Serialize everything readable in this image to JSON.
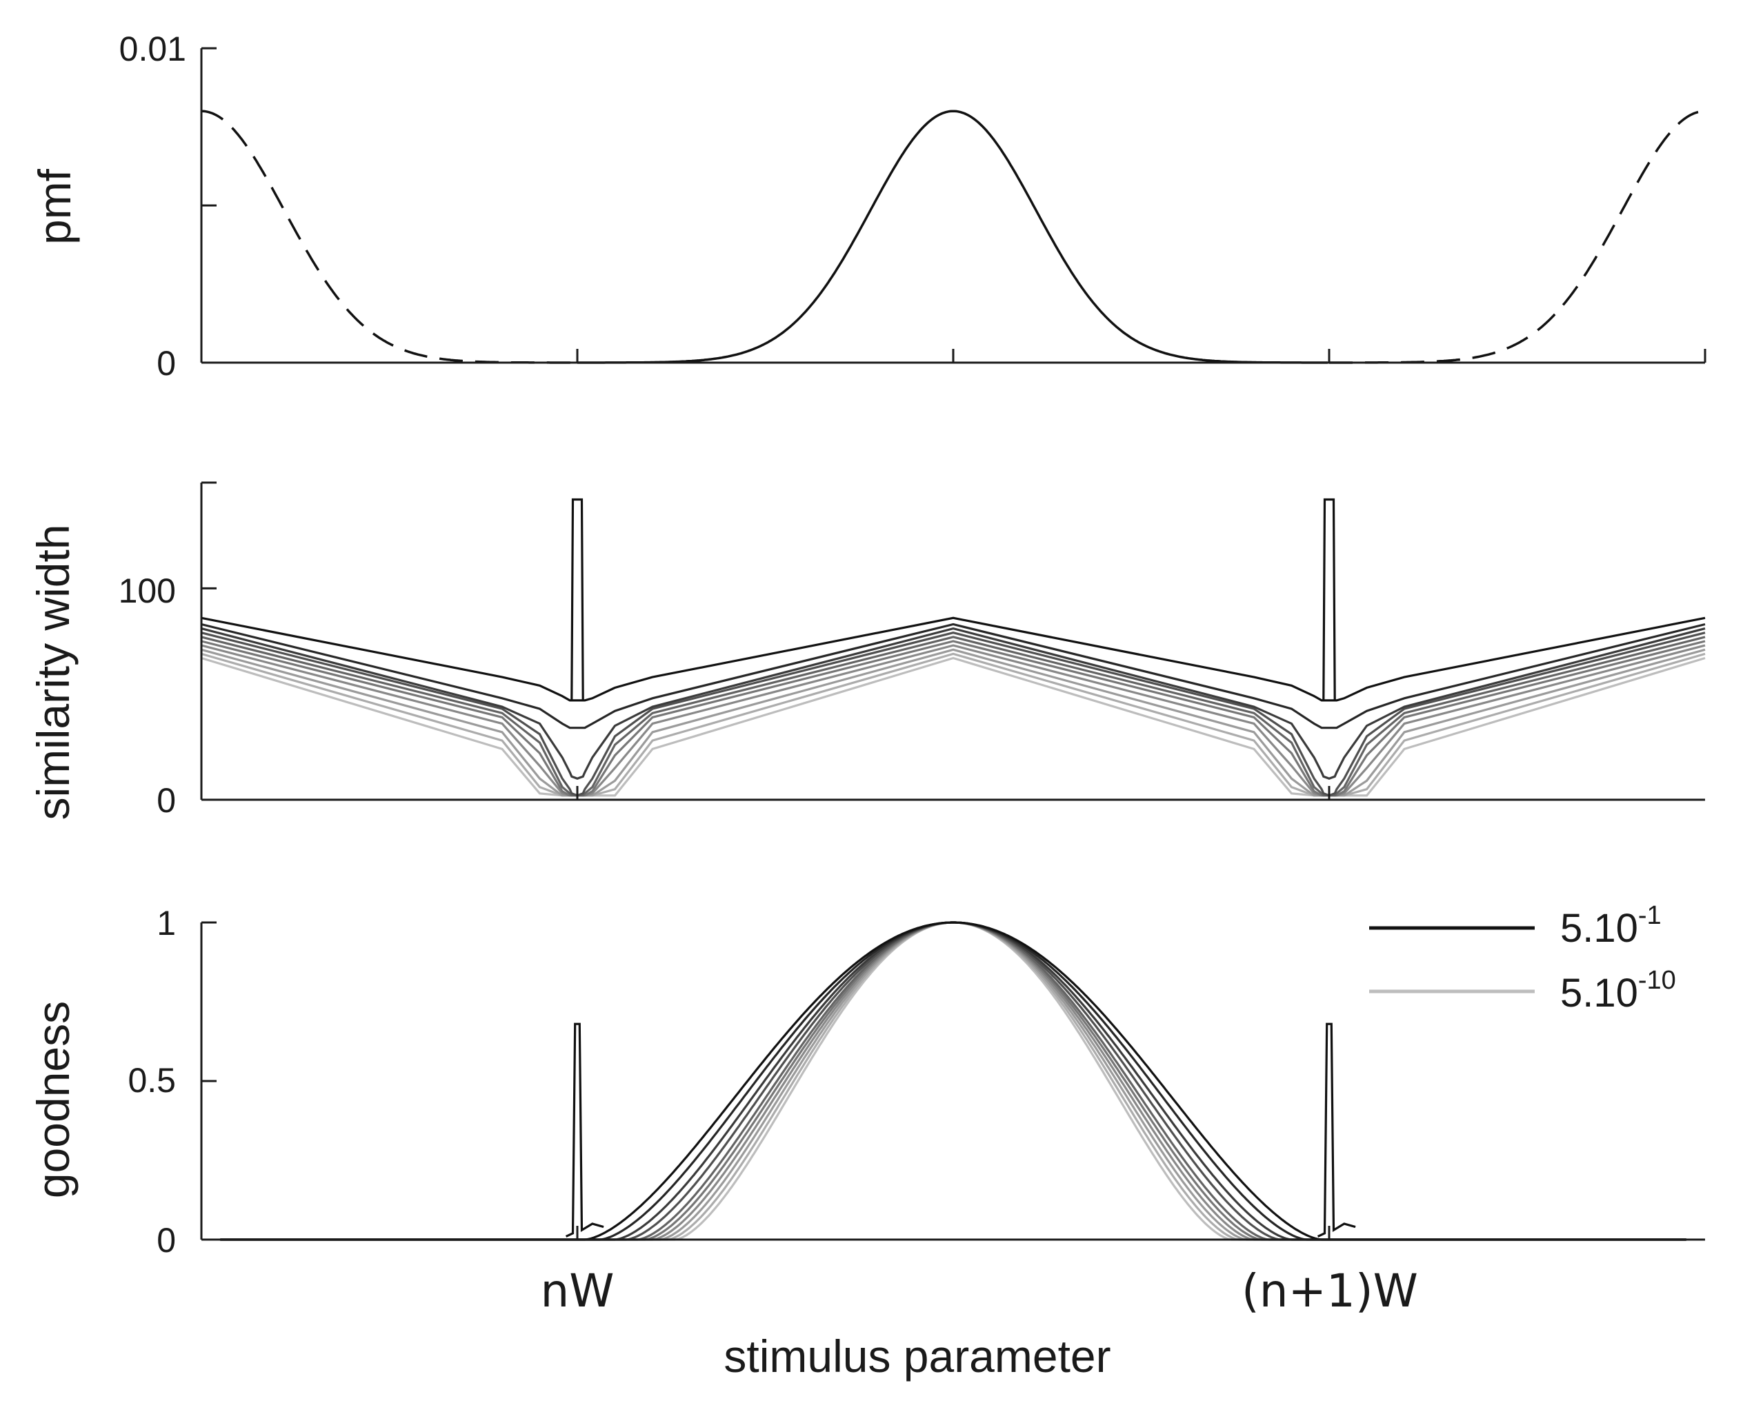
{
  "chart_data": [
    {
      "type": "line",
      "panel": "top",
      "ylabel": "pmf",
      "ylim": [
        0,
        0.01
      ],
      "y_tick_labels": [
        "0",
        "0.01"
      ],
      "x_tick_values": [
        -1,
        0,
        1,
        2,
        3
      ],
      "series": [
        {
          "style": "dashed",
          "shape": "gaussian",
          "peak_x": -1,
          "peak_y": 0.008,
          "sigma": 0.22
        },
        {
          "style": "solid",
          "shape": "gaussian",
          "peak_x": 1,
          "peak_y": 0.008,
          "sigma": 0.22
        },
        {
          "style": "dashed",
          "shape": "gaussian",
          "peak_x": 3,
          "peak_y": 0.008,
          "sigma": 0.22
        }
      ]
    },
    {
      "type": "line",
      "panel": "middle",
      "ylabel": "similarity width",
      "ylim": [
        0,
        150
      ],
      "y_tick_labels": [
        "0",
        "100"
      ],
      "x_points": [
        -1,
        -0.2,
        -0.1,
        -0.04,
        -0.02,
        -0.015,
        0,
        0.015,
        0.02,
        0.04,
        0.1,
        0.2,
        1,
        1.8,
        1.9,
        1.96,
        1.98,
        1.985,
        2,
        2.015,
        2.02,
        2.04,
        2.1,
        2.2,
        3
      ],
      "series": [
        {
          "shade": "#111111",
          "values": [
            86,
            58,
            54,
            49,
            47,
            47,
            47,
            47,
            47,
            48,
            53,
            58,
            86,
            58,
            54,
            49,
            47,
            47,
            47,
            47,
            47,
            48,
            53,
            58,
            86
          ]
        },
        {
          "shade": "#262626",
          "values": [
            83,
            48,
            43,
            36,
            34,
            34,
            34,
            34,
            34,
            36,
            42,
            48,
            83,
            48,
            43,
            36,
            34,
            34,
            34,
            34,
            34,
            36,
            42,
            48,
            83
          ]
        },
        {
          "shade": "#3b3b3b",
          "values": [
            81,
            44,
            36,
            20,
            13,
            11,
            10,
            11,
            13,
            20,
            35,
            44,
            81,
            44,
            36,
            20,
            13,
            11,
            10,
            11,
            13,
            20,
            35,
            44,
            81
          ]
        },
        {
          "shade": "#505050",
          "values": [
            79,
            43,
            31,
            10,
            5,
            3,
            2,
            3,
            5,
            10,
            30,
            43,
            79,
            43,
            31,
            10,
            5,
            3,
            2,
            3,
            5,
            10,
            30,
            43,
            79
          ]
        },
        {
          "shade": "#646464",
          "values": [
            77,
            41,
            27,
            6,
            3,
            2,
            2,
            2,
            3,
            6,
            26,
            41,
            77,
            41,
            27,
            6,
            3,
            2,
            2,
            2,
            3,
            6,
            26,
            41,
            77
          ]
        },
        {
          "shade": "#777777",
          "values": [
            75,
            39,
            22,
            4,
            2,
            2,
            2,
            2,
            2,
            4,
            21,
            39,
            75,
            39,
            22,
            4,
            2,
            2,
            2,
            2,
            2,
            4,
            21,
            39,
            75
          ]
        },
        {
          "shade": "#898989",
          "values": [
            73,
            36,
            16,
            3,
            2,
            2,
            2,
            2,
            2,
            3,
            15,
            36,
            73,
            36,
            16,
            3,
            2,
            2,
            2,
            2,
            2,
            3,
            15,
            36,
            73
          ]
        },
        {
          "shade": "#9b9b9b",
          "values": [
            71,
            32,
            10,
            2,
            2,
            2,
            2,
            2,
            2,
            2,
            9,
            32,
            71,
            32,
            10,
            2,
            2,
            2,
            2,
            2,
            2,
            2,
            9,
            32,
            71
          ]
        },
        {
          "shade": "#acacac",
          "values": [
            69,
            28,
            6,
            2,
            2,
            2,
            2,
            2,
            2,
            2,
            5,
            28,
            69,
            28,
            6,
            2,
            2,
            2,
            2,
            2,
            2,
            2,
            5,
            28,
            69
          ]
        },
        {
          "shade": "#bdbdbd",
          "values": [
            67,
            24,
            3,
            2,
            2,
            2,
            2,
            2,
            2,
            2,
            2,
            24,
            67,
            24,
            3,
            2,
            2,
            2,
            2,
            2,
            2,
            2,
            2,
            24,
            67
          ]
        }
      ],
      "spikes": [
        {
          "x": 0,
          "y": 142,
          "half_width": 0.015
        },
        {
          "x": 2,
          "y": 142,
          "half_width": 0.015
        }
      ]
    },
    {
      "type": "line",
      "panel": "bottom",
      "ylabel": "goodness",
      "ylim": [
        0,
        1
      ],
      "y_tick_labels": [
        "0",
        "0.5",
        "1"
      ],
      "x_tick_labels": [
        "nW",
        "(n+1)W"
      ],
      "xlabel": "stimulus parameter",
      "peak_x": 1,
      "series_support_half_widths": [
        0.98,
        0.94,
        0.9,
        0.87,
        0.84,
        0.82,
        0.8,
        0.78,
        0.76,
        0.74
      ],
      "series_shades": [
        "#111111",
        "#262626",
        "#3b3b3b",
        "#505050",
        "#646464",
        "#777777",
        "#898989",
        "#9b9b9b",
        "#acacac",
        "#bdbdbd"
      ],
      "spikes": [
        {
          "x": 0,
          "y": 0.68
        },
        {
          "x": 2,
          "y": 0.68
        }
      ],
      "legend": {
        "position": "top-right",
        "entries": [
          {
            "base": "5.10",
            "exponent": "-1",
            "color": "#111111"
          },
          {
            "base": "5.10",
            "exponent": "-10",
            "color": "#bdbdbd"
          }
        ]
      }
    }
  ]
}
